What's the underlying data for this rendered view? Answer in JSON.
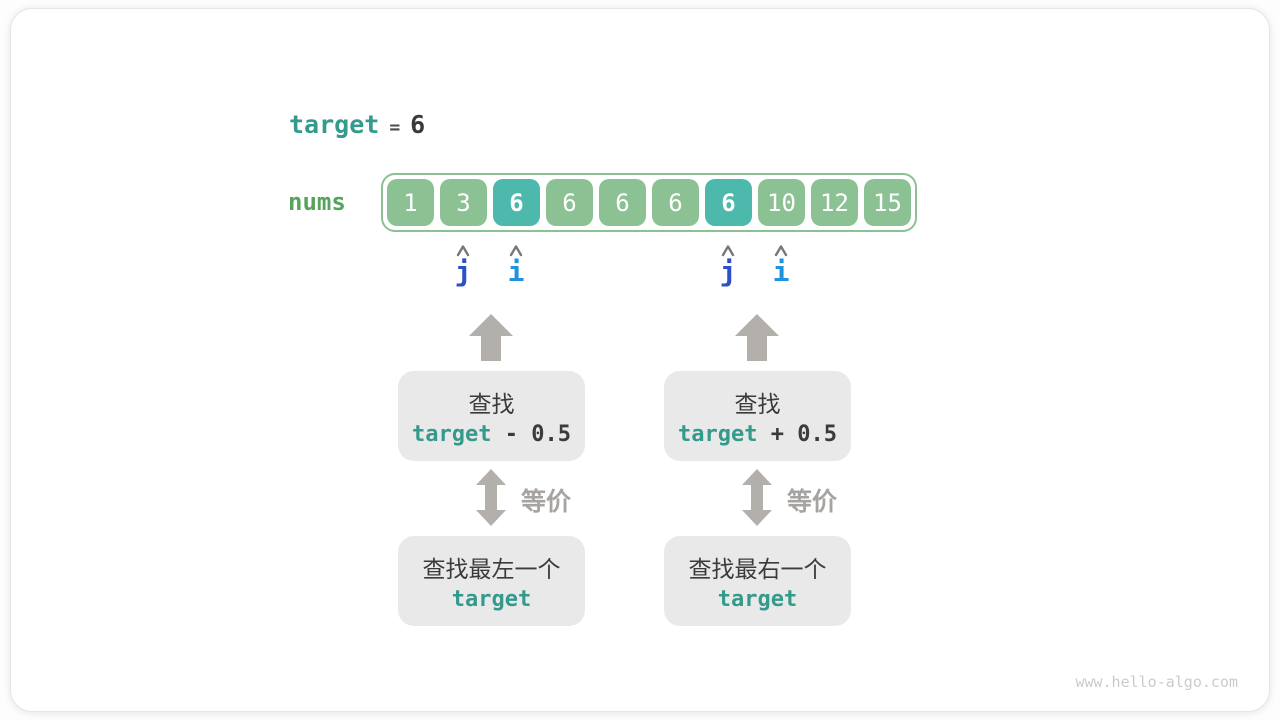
{
  "header": {
    "variable": "target",
    "equals": "=",
    "value": "6"
  },
  "array": {
    "label": "nums",
    "cells": [
      {
        "value": "1",
        "highlight": false
      },
      {
        "value": "3",
        "highlight": false
      },
      {
        "value": "6",
        "highlight": true
      },
      {
        "value": "6",
        "highlight": false
      },
      {
        "value": "6",
        "highlight": false
      },
      {
        "value": "6",
        "highlight": false
      },
      {
        "value": "6",
        "highlight": true
      },
      {
        "value": "10",
        "highlight": false
      },
      {
        "value": "12",
        "highlight": false
      },
      {
        "value": "15",
        "highlight": false
      }
    ]
  },
  "pointers": [
    {
      "label": "j"
    },
    {
      "label": "i"
    },
    {
      "label": "j"
    },
    {
      "label": "i"
    }
  ],
  "columns": [
    {
      "search_line1": "查找",
      "search_variable": "target",
      "search_suffix": " - 0.5",
      "equivalence_label": "等价",
      "result_line1": "查找最左一个",
      "result_variable": "target"
    },
    {
      "search_line1": "查找",
      "search_variable": "target",
      "search_suffix": " + 0.5",
      "equivalence_label": "等价",
      "result_line1": "查找最右一个",
      "result_variable": "target"
    }
  ],
  "watermark": "www.hello-algo.com",
  "colors": {
    "teal_text": "#339a8c",
    "cell_green": "#8cc293",
    "cell_highlight_teal": "#4cb9ac",
    "label_green": "#58a35c",
    "pointer_j_blue": "#2c50c8",
    "pointer_i_blue": "#2093de",
    "arrow_gray": "#b3afab",
    "box_gray": "#e9e9e9",
    "dark_text": "#3b3b3b"
  }
}
